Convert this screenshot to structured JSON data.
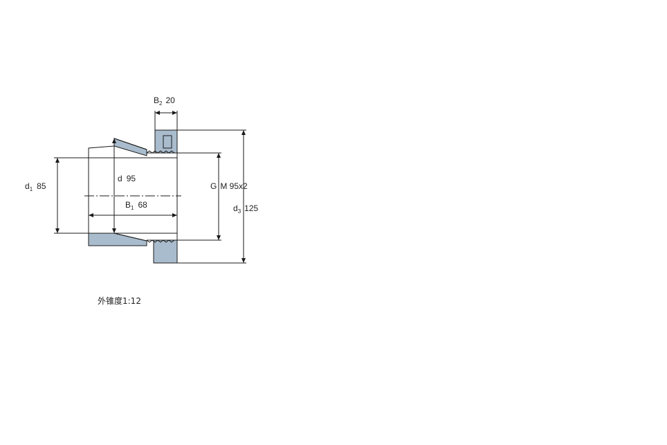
{
  "dimensions": {
    "b2": {
      "symbol": "B",
      "subscript": "2",
      "value": "20"
    },
    "d": {
      "symbol": "d",
      "value": "95"
    },
    "d1": {
      "symbol": "d",
      "subscript": "1",
      "value": "85"
    },
    "b1": {
      "symbol": "B",
      "subscript": "1",
      "value": "68"
    },
    "g": {
      "symbol": "G",
      "value": "M 95x2"
    },
    "d3": {
      "symbol": "d",
      "subscript": "3",
      "value": "125"
    }
  },
  "caption": "外锥度1:12",
  "colors": {
    "fill": "#a9bccd",
    "line": "#1a1a1a",
    "background": "#ffffff"
  }
}
